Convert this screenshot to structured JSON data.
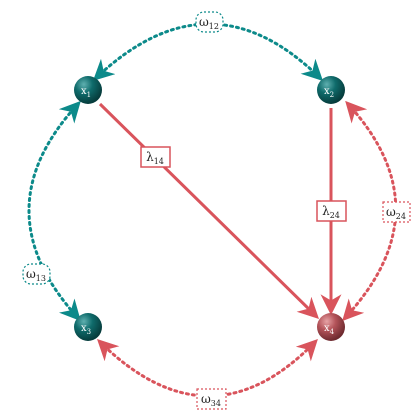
{
  "nodes": [
    {
      "id": "x1",
      "base": "x",
      "sub": "1",
      "color": "#0f6b6b"
    },
    {
      "id": "x2",
      "base": "x",
      "sub": "2",
      "color": "#0f6b6b"
    },
    {
      "id": "x3",
      "base": "x",
      "sub": "3",
      "color": "#0f6b6b"
    },
    {
      "id": "x4",
      "base": "x",
      "sub": "4",
      "color": "#b4545a"
    }
  ],
  "edges": [
    {
      "id": "lambda14",
      "from": "x1",
      "to": "x4",
      "base": "λ",
      "sub": "14",
      "style": "solid",
      "color": "#d9545c"
    },
    {
      "id": "lambda24",
      "from": "x2",
      "to": "x4",
      "base": "λ",
      "sub": "24",
      "style": "solid",
      "color": "#d9545c"
    },
    {
      "id": "omega12",
      "from": "x1",
      "to": "x2",
      "base": "ω",
      "sub": "12",
      "style": "dotted",
      "color": "#0c8a8a"
    },
    {
      "id": "omega13",
      "from": "x1",
      "to": "x3",
      "base": "ω",
      "sub": "13",
      "style": "dotted",
      "color": "#0c8a8a"
    },
    {
      "id": "omega24",
      "from": "x2",
      "to": "x4",
      "base": "ω",
      "sub": "24",
      "style": "dotted",
      "color": "#d9545c"
    },
    {
      "id": "omega34",
      "from": "x3",
      "to": "x4",
      "base": "ω",
      "sub": "34",
      "style": "dotted",
      "color": "#d9545c"
    }
  ]
}
